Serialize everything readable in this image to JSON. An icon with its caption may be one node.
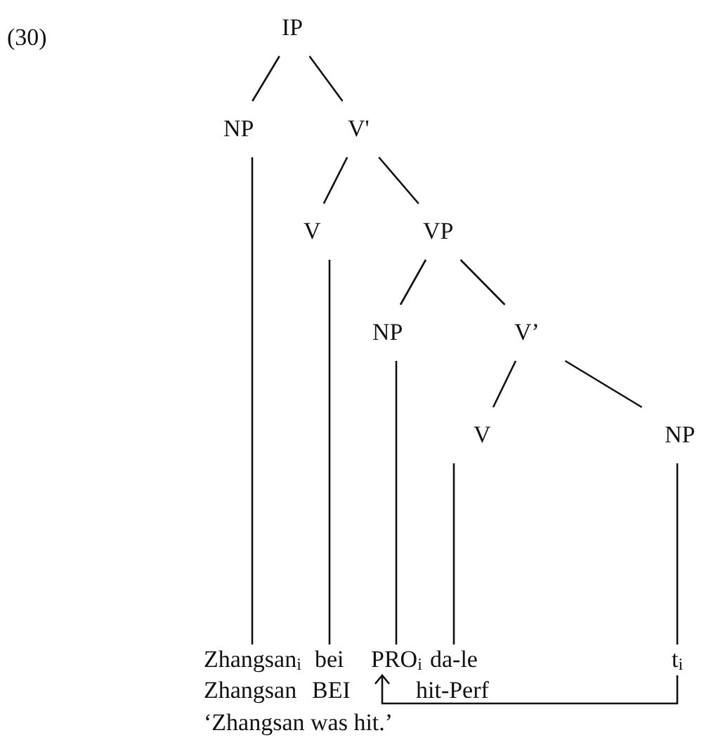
{
  "diagram": {
    "nodes": [
      {
        "text": [
          "IP"
        ]
      },
      {
        "text": [
          "NP"
        ]
      },
      {
        "text": [
          "V'"
        ]
      },
      {
        "text": [
          "V"
        ]
      },
      {
        "text": [
          "VP"
        ]
      },
      {
        "text": [
          "NP"
        ]
      },
      {
        "text": [
          "V’"
        ]
      },
      {
        "text": [
          "V"
        ]
      },
      {
        "text": [
          "NP"
        ]
      },
      {
        "text": [
          "Zhangsan$_{i}$"
        ]
      },
      {
        "text": [
          "bei"
        ]
      },
      {
        "text": [
          "PRO$_{i}$"
        ]
      },
      {
        "text": [
          "da-le"
        ]
      },
      {
        "text": [
          "t$_{i}$"
        ]
      }
    ],
    "edges": [
      {
        "from": 0,
        "to": 1,
        "arrow": "none"
      },
      {
        "from": 0,
        "to": 2,
        "arrow": "none"
      },
      {
        "from": 2,
        "to": 3,
        "arrow": "none"
      },
      {
        "from": 2,
        "to": 4,
        "arrow": "none"
      },
      {
        "from": 4,
        "to": 5,
        "arrow": "none"
      },
      {
        "from": 4,
        "to": 6,
        "arrow": "none"
      },
      {
        "from": 6,
        "to": 7,
        "arrow": "none"
      },
      {
        "from": 6,
        "to": 8,
        "arrow": "none"
      },
      {
        "from": 1,
        "to": 9,
        "arrow": "none"
      },
      {
        "from": 3,
        "to": 10,
        "arrow": "none"
      },
      {
        "from": 5,
        "to": 11,
        "arrow": "none"
      },
      {
        "from": 7,
        "to": 12,
        "arrow": "none"
      },
      {
        "from": 8,
        "to": 13,
        "arrow": "none"
      },
      {
        "from": 13,
        "to": 11,
        "arrow": "to"
      }
    ],
    "labels": [
      "(30)",
      "Zhangsan",
      "BEI",
      "hit-Perf",
      "‘Zhangsan was hit.’"
    ]
  }
}
